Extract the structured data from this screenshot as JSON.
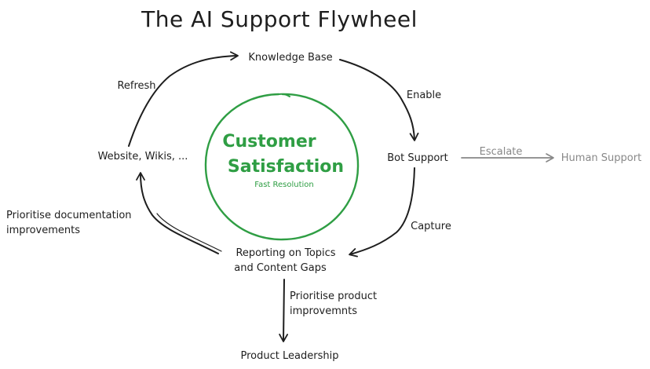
{
  "title": "The AI Support Flywheel",
  "center": {
    "line1": "Customer",
    "line2": "Satisfaction",
    "subtitle": "Fast Resolution"
  },
  "nodes": {
    "knowledge_base": "Knowledge Base",
    "bot_support": "Bot Support",
    "human_support": "Human Support",
    "reporting_line1": "Reporting on Topics",
    "reporting_line2": "and Content Gaps",
    "website": "Website, Wikis, ...",
    "product_leadership": "Product Leadership"
  },
  "edges": {
    "enable": "Enable",
    "escalate": "Escalate",
    "capture": "Capture",
    "refresh": "Refresh",
    "prioritise_docs_line1": "Prioritise documentation",
    "prioritise_docs_line2": "improvements",
    "prioritise_product_line1": "Prioritise product",
    "prioritise_product_line2": "improvemnts"
  },
  "colors": {
    "ink": "#1e1e1e",
    "accent_green": "#2f9e44",
    "muted": "#888888"
  }
}
